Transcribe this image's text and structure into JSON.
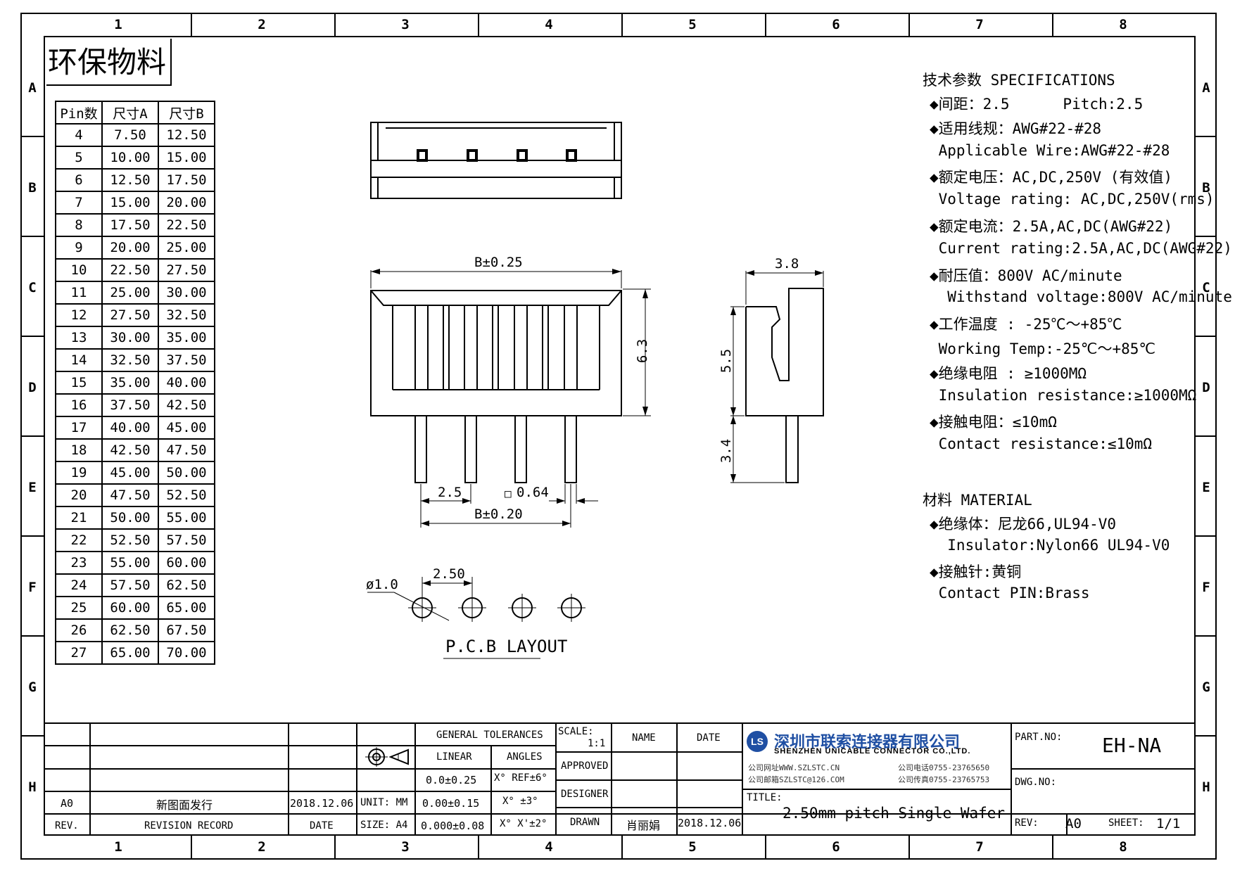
{
  "zones": {
    "columns": [
      "1",
      "2",
      "3",
      "4",
      "5",
      "6",
      "7",
      "8"
    ],
    "rows": [
      "A",
      "B",
      "C",
      "D",
      "E",
      "F",
      "G",
      "H"
    ]
  },
  "badge": "环保物料",
  "dimension_table": {
    "headers": [
      "Pin数",
      "尺寸A",
      "尺寸B"
    ],
    "rows": [
      [
        "4",
        "7.50",
        "12.50"
      ],
      [
        "5",
        "10.00",
        "15.00"
      ],
      [
        "6",
        "12.50",
        "17.50"
      ],
      [
        "7",
        "15.00",
        "20.00"
      ],
      [
        "8",
        "17.50",
        "22.50"
      ],
      [
        "9",
        "20.00",
        "25.00"
      ],
      [
        "10",
        "22.50",
        "27.50"
      ],
      [
        "11",
        "25.00",
        "30.00"
      ],
      [
        "12",
        "27.50",
        "32.50"
      ],
      [
        "13",
        "30.00",
        "35.00"
      ],
      [
        "14",
        "32.50",
        "37.50"
      ],
      [
        "15",
        "35.00",
        "40.00"
      ],
      [
        "16",
        "37.50",
        "42.50"
      ],
      [
        "17",
        "40.00",
        "45.00"
      ],
      [
        "18",
        "42.50",
        "47.50"
      ],
      [
        "19",
        "45.00",
        "50.00"
      ],
      [
        "20",
        "47.50",
        "52.50"
      ],
      [
        "21",
        "50.00",
        "55.00"
      ],
      [
        "22",
        "52.50",
        "57.50"
      ],
      [
        "23",
        "55.00",
        "60.00"
      ],
      [
        "24",
        "57.50",
        "62.50"
      ],
      [
        "25",
        "60.00",
        "65.00"
      ],
      [
        "26",
        "62.50",
        "67.50"
      ],
      [
        "27",
        "65.00",
        "70.00"
      ]
    ]
  },
  "drawing": {
    "dim_b_body": "B±0.25",
    "dim_height": "6.3",
    "dim_side_width": "3.8",
    "dim_side_height": "5.5",
    "dim_pin_length": "3.4",
    "dim_pitch": "2.5",
    "dim_pin": "0.64",
    "dim_pin_square": "□",
    "dim_b_pins": "B±0.20",
    "pcb_hole": "ø1.0",
    "pcb_pitch": "2.50",
    "pcb_label": "P.C.B LAYOUT"
  },
  "specs": {
    "heading": "技术参数  SPECIFICATIONS",
    "lines": [
      "◆间距：2.5      Pitch:2.5",
      "◆适用线规：AWG#22-#28",
      " Applicable Wire:AWG#22-#28",
      "◆额定电压：AC,DC,250V (有效值)",
      " Voltage rating: AC,DC,250V(rms)",
      "◆额定电流：2.5A,AC,DC(AWG#22)",
      " Current rating:2.5A,AC,DC(AWG#22)",
      "◆耐压值：800V AC/minute",
      "  Withstand voltage:800V AC/minute",
      "◆工作温度 : -25℃～+85℃",
      " Working Temp:-25℃～+85℃",
      "◆绝缘电阻 : ≥1000MΩ",
      " Insulation resistance:≥1000MΩ",
      "◆接触电阻：≤10mΩ",
      " Contact resistance:≤10mΩ"
    ],
    "material_heading": "材料  MATERIAL",
    "material_lines": [
      "◆绝缘体：尼龙66,UL94-V0",
      "  Insulator:Nylon66 UL94-V0",
      "◆接触针:黄铜",
      " Contact PIN:Brass"
    ]
  },
  "title_block": {
    "general_tolerances": "GENERAL TOLERANCES",
    "linear": "LINEAR",
    "angles": "ANGLES",
    "tol_lin": [
      "0.0±0.25",
      "0.00±0.15",
      "0.000±0.08"
    ],
    "tol_ang": [
      "X° REF±6°",
      "X° ±3°",
      "X° X'±2°"
    ],
    "unit": "UNIT: MM",
    "size": "SIZE: A4",
    "scale_label": "SCALE:",
    "scale_value": "1:1",
    "name": "NAME",
    "date": "DATE",
    "approved": "APPROVED",
    "designer": "DESIGNER",
    "drawn": "DRAWN",
    "drawn_name": "肖丽娟",
    "drawn_date": "2018.12.06",
    "rev_a0": "A0",
    "rev_record": "新图面发行",
    "rev_date": "2018.12.06",
    "rev_header": "REV.",
    "revision_record_header": "REVISION RECORD",
    "date_header": "DATE",
    "company_cn": "深圳市联索连接器有限公司",
    "company_en": "SHENZHEN UNICABLE CONNECTOR CO.,LTD.",
    "website": "公司网址WWW.SZLSTC.CN",
    "email": "公司邮箱SZLSTC@126.COM",
    "phone": "公司电话0755-23765650",
    "fax": "公司传真0755-23765753",
    "logo_text": "LS",
    "title_label": "TITLE:",
    "title_value": "2.50mm pitch Single Wafer",
    "part_no_label": "PART.NO:",
    "part_no": "EH-NA",
    "dwg_no_label": "DWG.NO:",
    "rev_label": "REV:",
    "rev_value": "A0",
    "sheet_label": "SHEET:",
    "sheet_value": "1/1"
  }
}
